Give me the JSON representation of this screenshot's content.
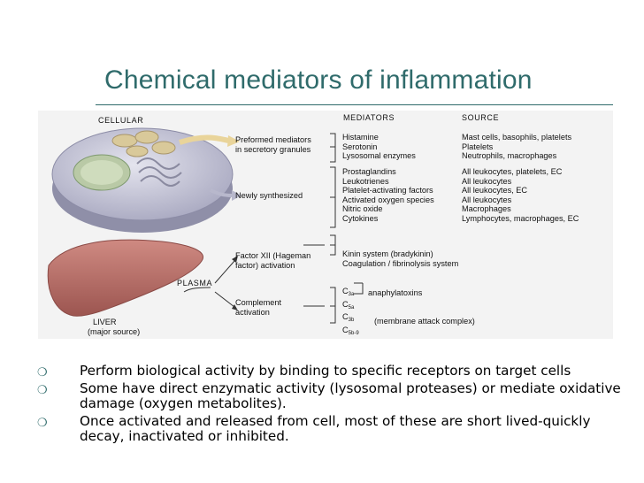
{
  "title": "Chemical mediators of inflammation",
  "colors": {
    "title": "#2f6b6b",
    "figure_bg": "#f3f3f3",
    "cell": "#c9c9d8",
    "liver": "#b86f6a",
    "vesicle": "#d9c99a"
  },
  "figure": {
    "cellular_label": "CELLULAR",
    "headers": {
      "mediators": "MEDIATORS",
      "source": "SOURCE"
    },
    "preformed": {
      "label": [
        "Preformed mediators",
        "in secretory granules"
      ],
      "mediators": [
        "Histamine",
        "Serotonin",
        "Lysosomal enzymes"
      ],
      "sources": [
        "Mast cells, basophils, platelets",
        "Platelets",
        "Neutrophils, macrophages"
      ]
    },
    "synthesized": {
      "label": "Newly synthesized",
      "mediators": [
        "Prostaglandins",
        "Leukotrienes",
        "Platelet-activating factors",
        "Activated oxygen species",
        "Nitric oxide",
        "Cytokines"
      ],
      "sources": [
        "All leukocytes, platelets, EC",
        "All leukocytes",
        "All leukocytes, EC",
        "All leukocytes",
        "Macrophages",
        "Lymphocytes, macrophages, EC"
      ]
    },
    "factor12": {
      "label": [
        "Factor XII (Hageman",
        "factor) activation"
      ],
      "mediators": [
        "Kinin system (bradykinin)",
        "Coagulation / fibrinolysis system"
      ]
    },
    "plasma_label": "PLASMA",
    "complement": {
      "label": [
        "Complement",
        "activation"
      ],
      "components": [
        {
          "base": "C",
          "sub": "3a"
        },
        {
          "base": "C",
          "sub": "5a"
        },
        {
          "base": "C",
          "sub": "3b"
        },
        {
          "base": "C",
          "sub": "5b-9"
        }
      ],
      "anaphylatoxins": "anaphylatoxins",
      "mac": "(membrane attack complex)"
    },
    "liver_label": [
      "LIVER",
      "(major source)"
    ]
  },
  "bullets": [
    {
      "mark": "❍",
      "text": "Perform biological activity by binding to specific receptors on target cells"
    },
    {
      "mark": "❍",
      "text": "Some have direct enzymatic activity (lysosomal proteases) or mediate oxidative damage (oxygen metabolites)."
    },
    {
      "mark": "❍",
      "text": "Once activated and released from cell, most of these are short lived-quickly decay, inactivated or inhibited."
    }
  ]
}
